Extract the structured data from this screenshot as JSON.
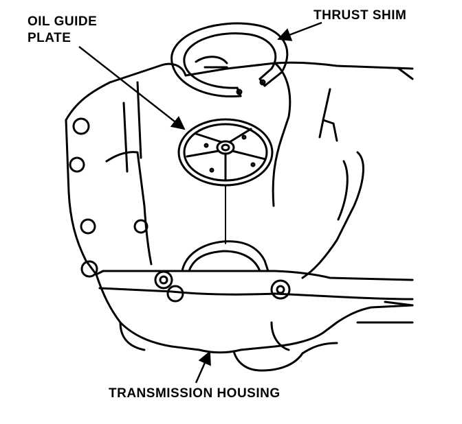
{
  "labels": {
    "oil_guide_plate_line1": "OIL GUIDE",
    "oil_guide_plate_line2": "PLATE",
    "thrust_shim": "THRUST SHIM",
    "transmission_housing": "TRANSMISSION HOUSING"
  },
  "colors": {
    "ink": "#000000",
    "paper": "#ffffff"
  }
}
